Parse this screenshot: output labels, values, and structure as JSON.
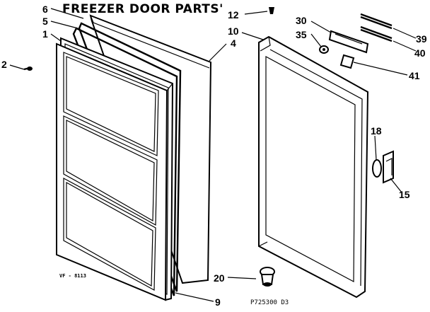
{
  "diagram": {
    "title": "FREEZER DOOR PARTS'",
    "drawing_code": "VF - 8113",
    "part_number": "P725300  D3",
    "callouts": [
      {
        "id": "c6",
        "label": "6"
      },
      {
        "id": "c5",
        "label": "5"
      },
      {
        "id": "c1",
        "label": "1"
      },
      {
        "id": "c2",
        "label": "2"
      },
      {
        "id": "c4",
        "label": "4"
      },
      {
        "id": "c12",
        "label": "12"
      },
      {
        "id": "c10",
        "label": "10"
      },
      {
        "id": "c30",
        "label": "30"
      },
      {
        "id": "c35",
        "label": "35"
      },
      {
        "id": "c39",
        "label": "39"
      },
      {
        "id": "c40",
        "label": "40"
      },
      {
        "id": "c41",
        "label": "41"
      },
      {
        "id": "c18",
        "label": "18"
      },
      {
        "id": "c15",
        "label": "15"
      },
      {
        "id": "c20",
        "label": "20"
      },
      {
        "id": "c9",
        "label": "9"
      }
    ]
  }
}
